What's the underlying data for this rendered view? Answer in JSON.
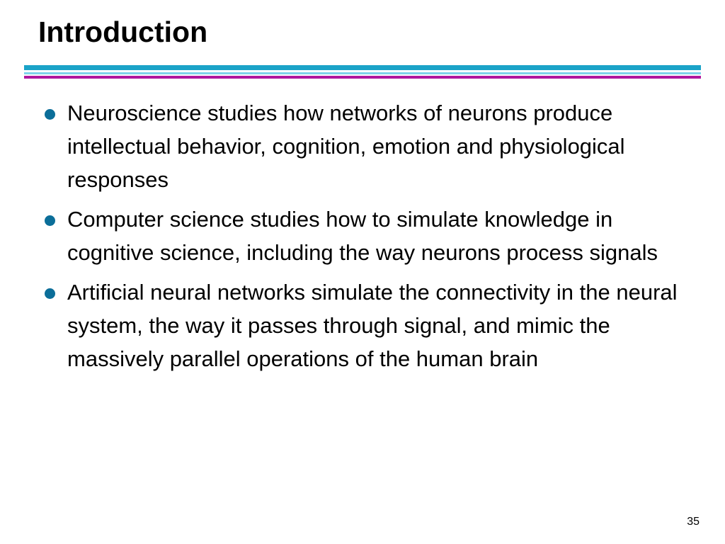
{
  "slide": {
    "title": "Introduction",
    "bullets": [
      "Neuroscience studies how networks of neurons produce intellectual behavior, cognition, emotion and physiological responses",
      "Computer science studies how to simulate knowledge in cognitive science, including the way neurons process signals",
      "Artificial neural networks simulate the connectivity in the neural system, the way it passes through signal, and mimic the massively parallel operations of the human brain"
    ],
    "page_number": "35"
  },
  "colors": {
    "bullet": "#0b6e99",
    "rule_cyan": "#1aa3c8",
    "rule_magenta": "#b0189e"
  }
}
